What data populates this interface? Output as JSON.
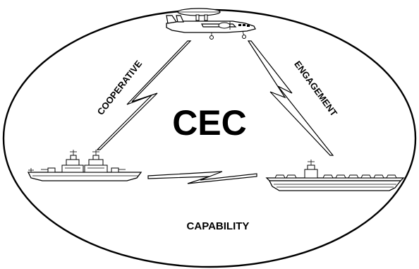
{
  "diagram": {
    "center_title": "CEC",
    "labels": {
      "left": "COOPERATIVE",
      "right": "ENGAGEMENT",
      "bottom": "CAPABILITY"
    },
    "nodes": {
      "top": "airborne-early-warning-aircraft",
      "left": "cruiser-ship",
      "right": "aircraft-carrier"
    },
    "colors": {
      "ink": "#000000",
      "background": "#ffffff"
    }
  }
}
